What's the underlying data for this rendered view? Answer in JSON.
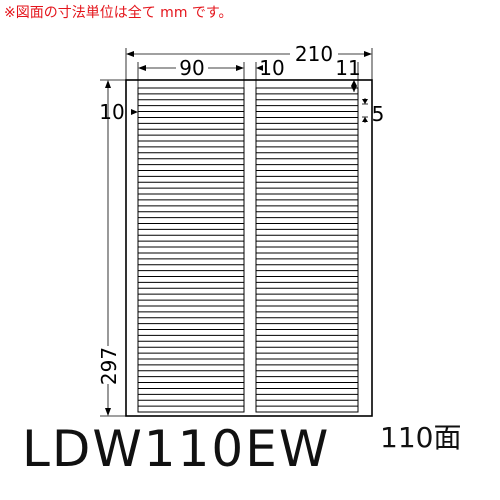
{
  "note": "※図面の寸法単位は全て mm です。",
  "dimensions": {
    "sheet_width": "210",
    "sheet_height": "297",
    "label_width": "90",
    "column_gap": "10",
    "side_margin": "10",
    "top_margin": "11",
    "row_pitch": "5"
  },
  "layout": {
    "columns": 2,
    "rows": 55
  },
  "product_code": "LDW110EW",
  "label_count": "110面"
}
